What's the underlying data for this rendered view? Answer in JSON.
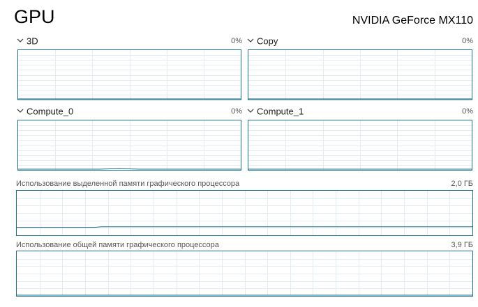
{
  "header": {
    "title": "GPU",
    "device_name": "NVIDIA GeForce MX110"
  },
  "engines": [
    {
      "label": "3D",
      "percent": "0%",
      "usage": [
        0,
        0,
        0,
        0,
        0,
        0,
        0,
        0,
        0,
        0,
        0,
        0
      ]
    },
    {
      "label": "Copy",
      "percent": "0%",
      "usage": [
        0,
        0,
        0,
        0,
        0,
        0,
        0,
        0,
        0,
        0,
        0,
        0
      ]
    },
    {
      "label": "Compute_0",
      "percent": "0%",
      "usage": [
        0,
        0,
        0,
        0,
        0,
        0.01,
        0,
        0,
        0,
        0,
        0,
        0
      ]
    },
    {
      "label": "Compute_1",
      "percent": "0%",
      "usage": [
        0,
        0,
        0,
        0,
        0,
        0,
        0,
        0,
        0,
        0,
        0,
        0
      ]
    }
  ],
  "memory": {
    "dedicated": {
      "label": "Использование выделенной памяти графического процессора",
      "value": "2,0 ГБ",
      "usage_fraction": 0.18
    },
    "shared": {
      "label": "Использование общей памяти графического процессора",
      "value": "3,9 ГБ",
      "usage_fraction": 0.0
    }
  },
  "colors": {
    "accent": "#1c6f8e",
    "grid": "#e3edf1"
  },
  "icons": {
    "collapse": "chevron-down-icon"
  }
}
